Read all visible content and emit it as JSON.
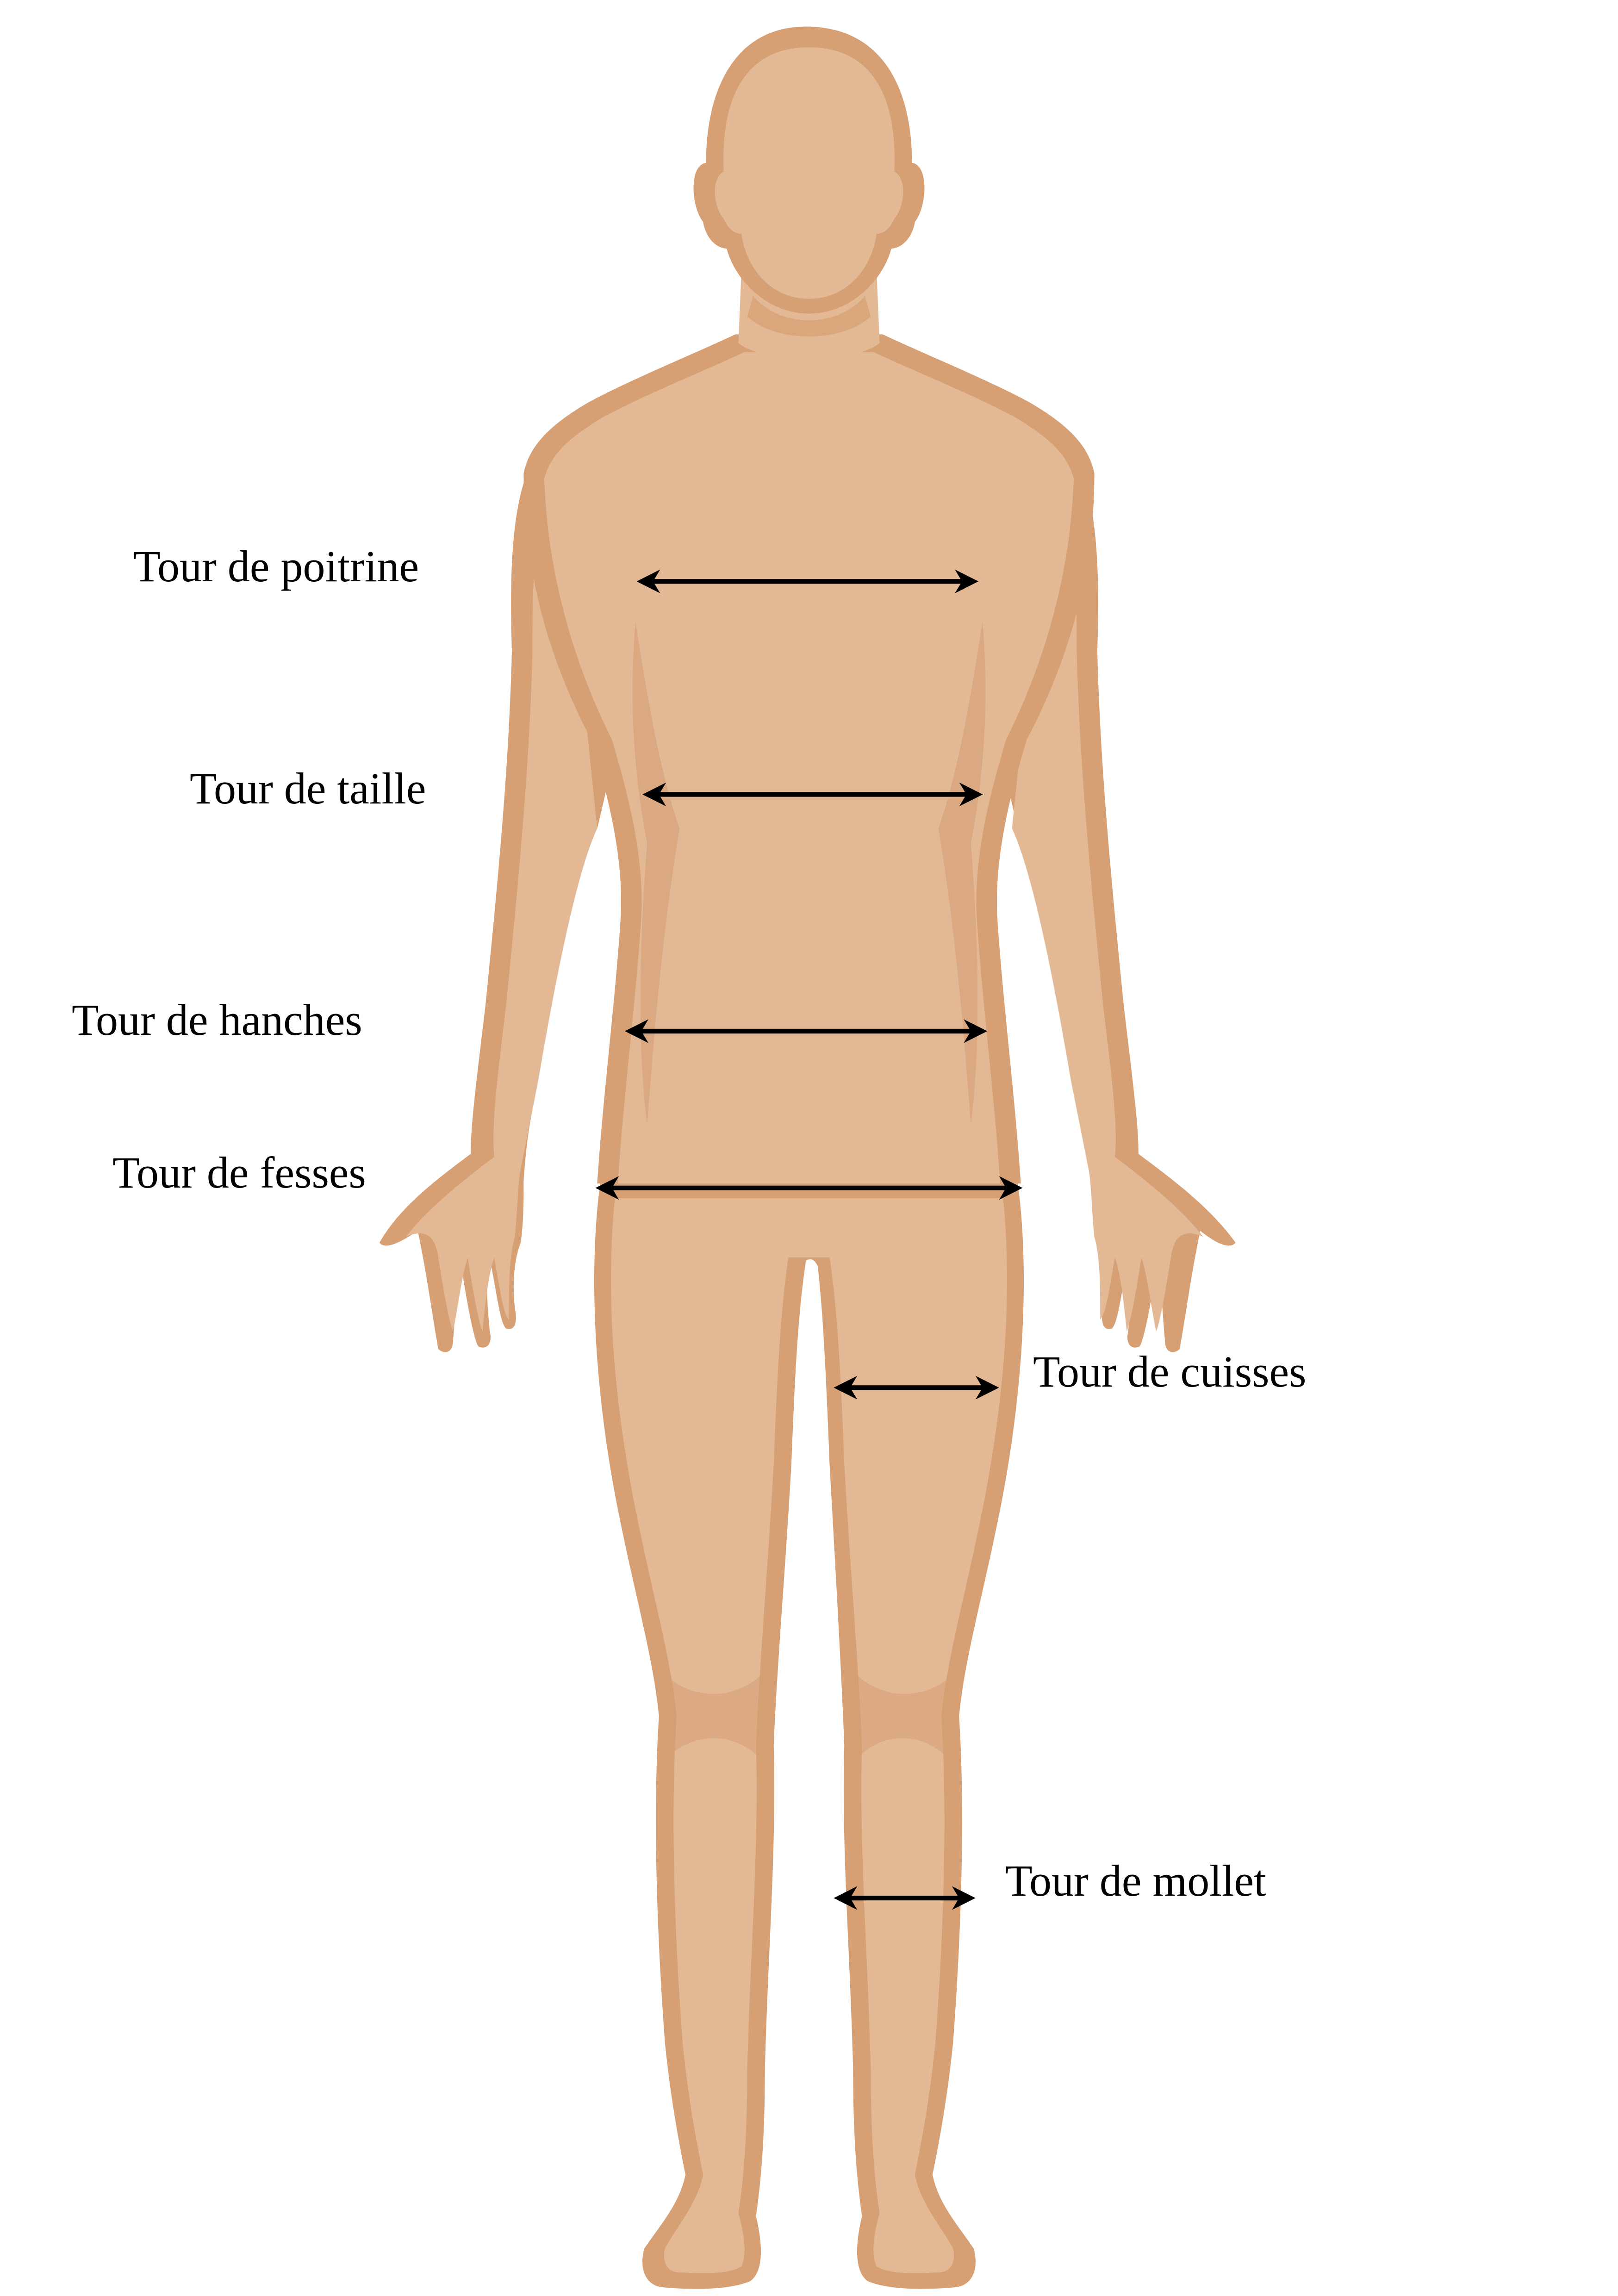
{
  "colors": {
    "skin": "#E3B995",
    "skin_shade": "#D69F74",
    "arrow": "#000000",
    "background": "#FFFFFF"
  },
  "figure": {
    "icon": "human-body-front-view"
  },
  "measurements": [
    {
      "id": "chest",
      "label": "Tour de poitrine"
    },
    {
      "id": "waist",
      "label": "Tour de taille"
    },
    {
      "id": "hips",
      "label": "Tour de hanches"
    },
    {
      "id": "buttocks",
      "label": "Tour de fesses"
    },
    {
      "id": "thigh",
      "label": "Tour de cuisses"
    },
    {
      "id": "calf",
      "label": "Tour de mollet"
    }
  ]
}
